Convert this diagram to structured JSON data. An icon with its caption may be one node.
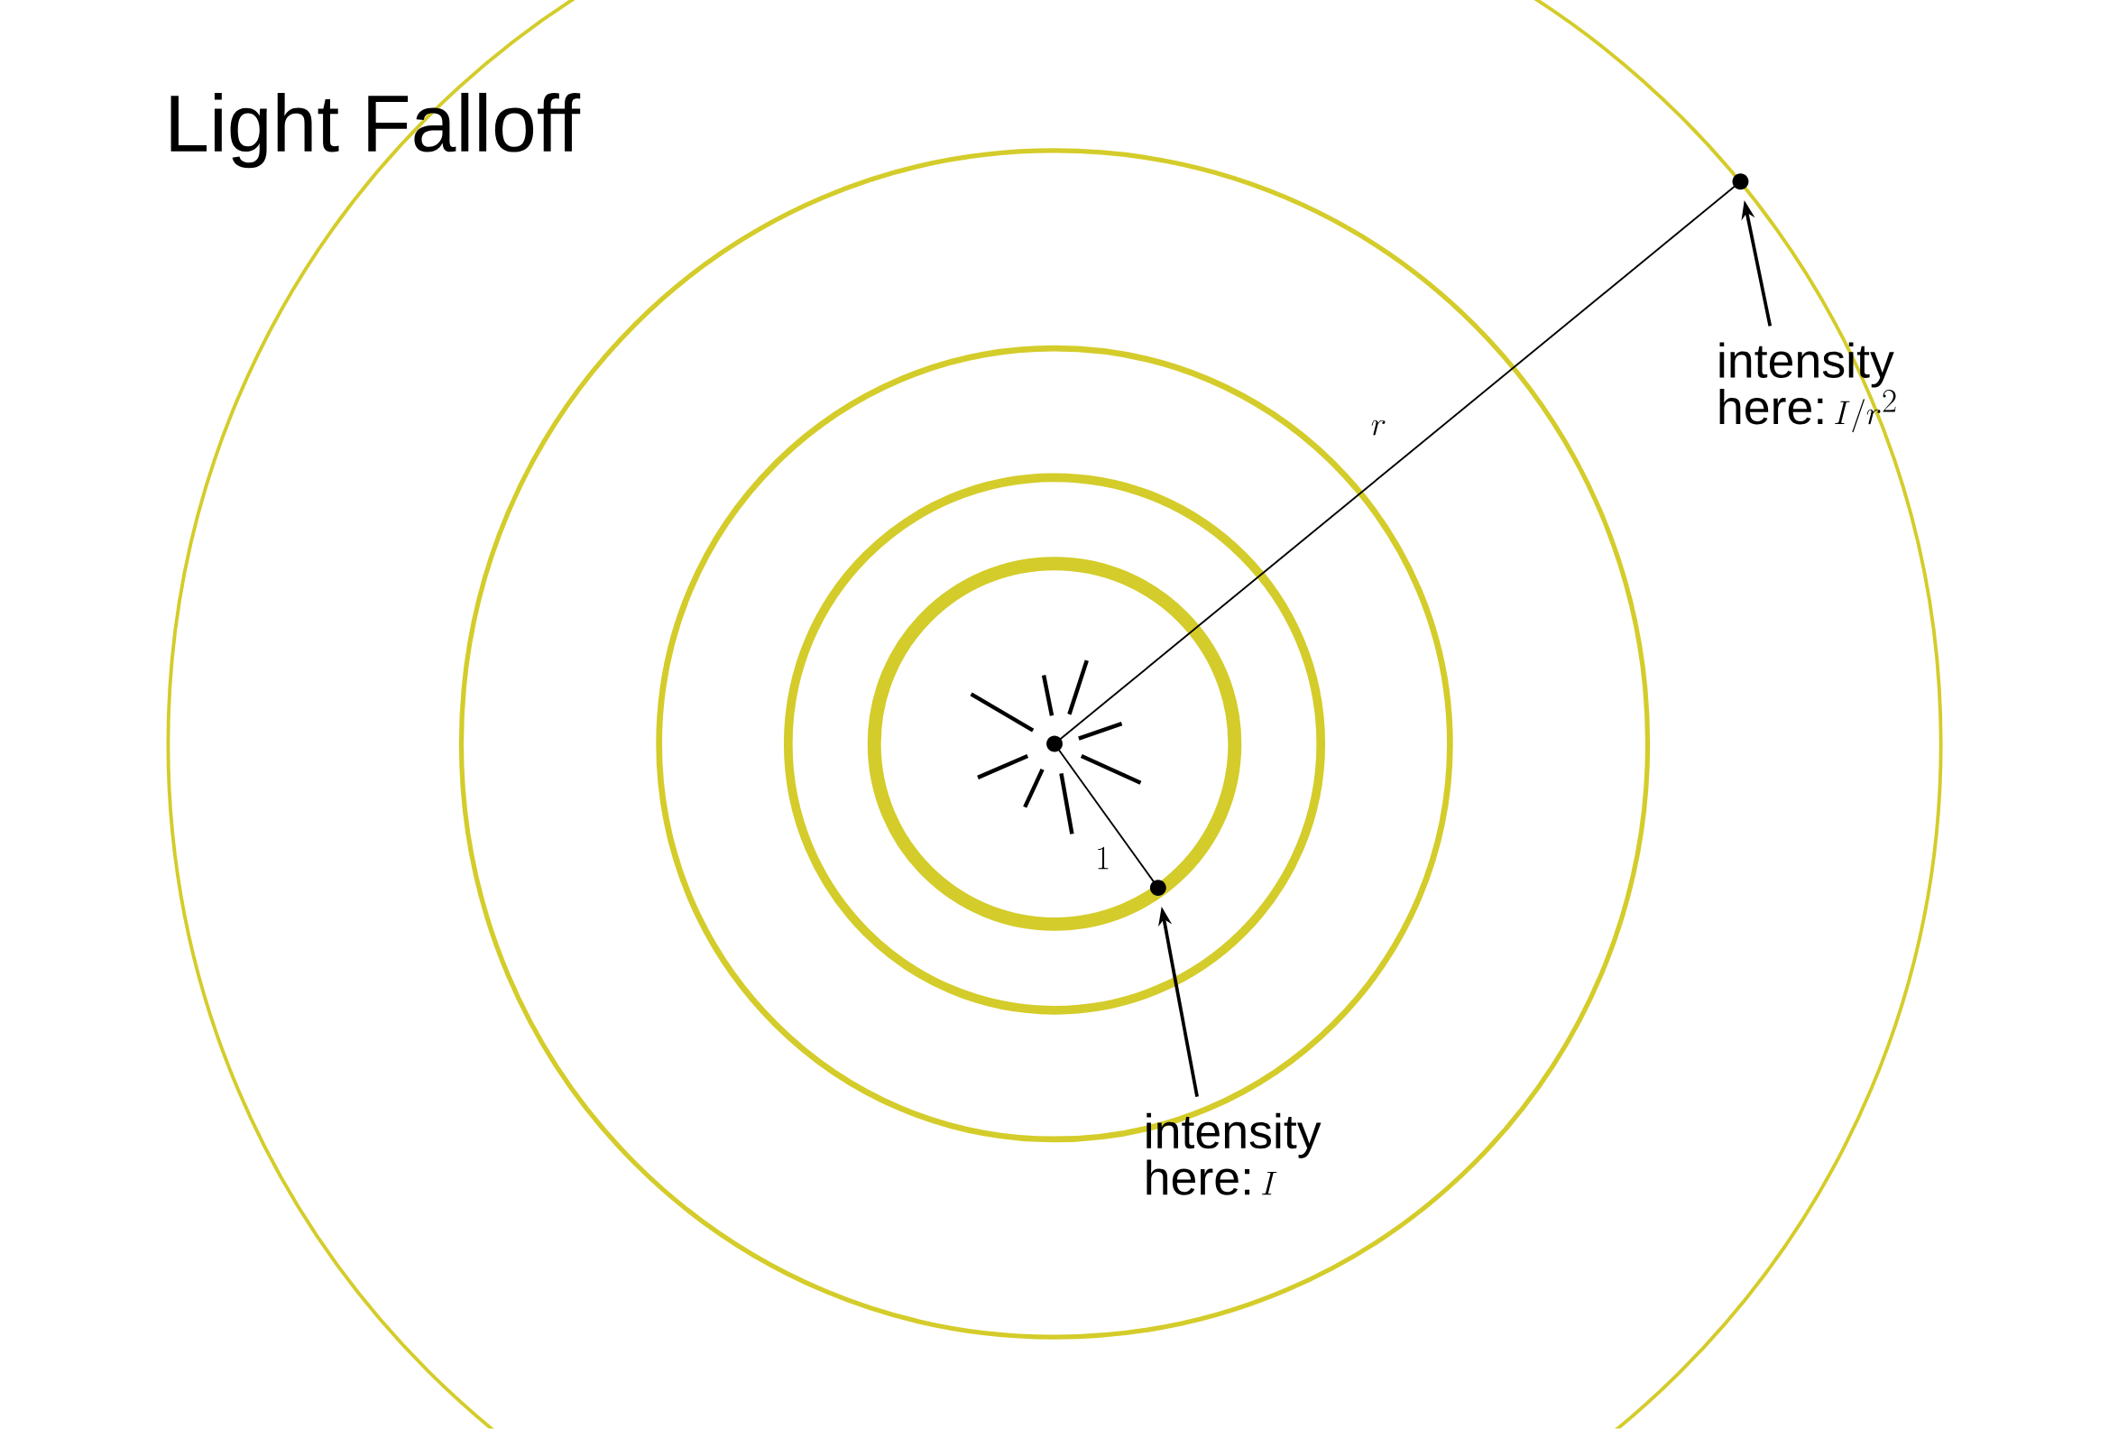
{
  "diagram": {
    "title": "Light Falloff",
    "nodes": [
      {
        "text": [],
        "shape": "circle"
      },
      {
        "text": [],
        "shape": "circle"
      },
      {
        "text": [],
        "shape": "circle"
      },
      {
        "text": [
          "intensity here:",
          "I"
        ]
      },
      {
        "text": [
          "intensity here:",
          "I/r^2"
        ]
      }
    ],
    "edges": [
      {
        "from": 0,
        "to": 1,
        "arrow": "none",
        "label": "1"
      },
      {
        "from": 0,
        "to": 2,
        "arrow": "none",
        "label": "r"
      },
      {
        "from": 3,
        "to": 1,
        "arrow": "to"
      },
      {
        "from": 4,
        "to": 2,
        "arrow": "to"
      }
    ]
  }
}
